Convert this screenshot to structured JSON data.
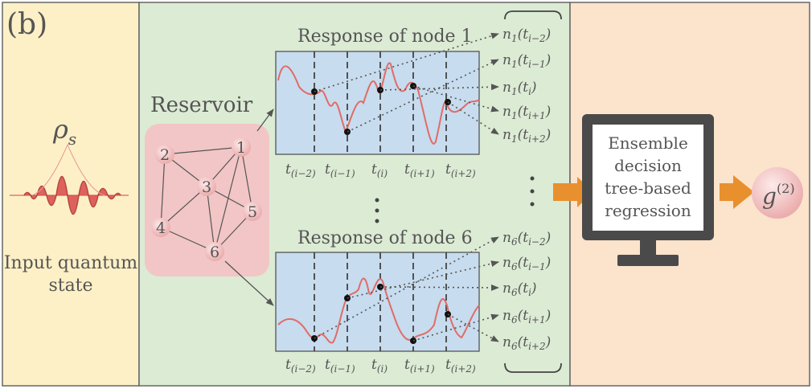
{
  "panel_label": "(b)",
  "input": {
    "symbol": "ρ",
    "subscript": "s",
    "caption_line1": "Input quantum",
    "caption_line2": "state"
  },
  "reservoir": {
    "title": "Reservoir",
    "nodes": [
      "1",
      "2",
      "3",
      "4",
      "5",
      "6"
    ]
  },
  "response_top": {
    "title": "Response of node 1",
    "ticks": [
      "t(i−2)",
      "t(i−1)",
      "t(i)",
      "t(i+1)",
      "t(i+2)"
    ],
    "outputs": [
      "n1(t_{i−2})",
      "n1(t_{i−1})",
      "n1(t_i)",
      "n1(t_{i+1})",
      "n1(t_{i+2})"
    ]
  },
  "response_bottom": {
    "title": "Response of node 6",
    "ticks": [
      "t(i−2)",
      "t(i−1)",
      "t(i)",
      "t(i+1)",
      "t(i+2)"
    ],
    "outputs": [
      "n6(t_{i−2})",
      "n6(t_{i−1})",
      "n6(t_i)",
      "n6(t_{i+1})",
      "n6(t_{i+2})"
    ]
  },
  "model": {
    "line1": "Ensemble",
    "line2": "decision",
    "line3": "tree-based",
    "line4": "regression"
  },
  "output_symbol": "g",
  "output_superscript": "(2)",
  "colors": {
    "left_panel": "#fdf0c6",
    "middle_panel": "#dcebd4",
    "right_panel": "#fbe3cc",
    "plot_bg": "#c7dcee",
    "curve": "#e06c67",
    "reservoir_bg": "#f2c6c6",
    "arrow": "#e8902e",
    "monitor": "#4a4a4a"
  }
}
